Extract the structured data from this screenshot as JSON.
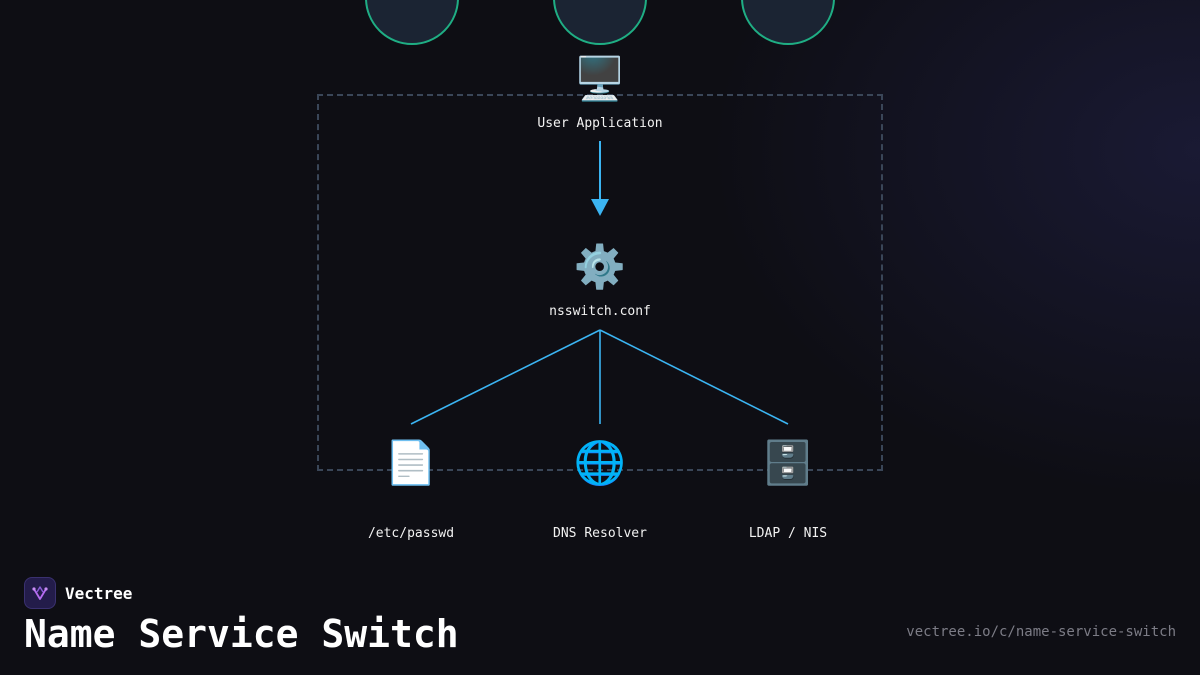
{
  "diagram": {
    "nodes": {
      "app": {
        "label": "User Application",
        "icon": "desktop-computer-icon"
      },
      "config": {
        "label": "nsswitch.conf",
        "icon": "gear-icon"
      },
      "files": {
        "label": "/etc/passwd",
        "icon": "document-icon"
      },
      "dns": {
        "label": "DNS Resolver",
        "icon": "globe-icon"
      },
      "ldap": {
        "label": "LDAP / NIS",
        "icon": "file-cabinet-icon"
      }
    },
    "edges": [
      {
        "from": "app",
        "to": "config",
        "directed": true
      },
      {
        "from": "config",
        "to": "files",
        "directed": false
      },
      {
        "from": "config",
        "to": "dns",
        "directed": false
      },
      {
        "from": "config",
        "to": "ldap",
        "directed": false
      }
    ],
    "colors": {
      "edge": "#3bb4f2",
      "circle_border": "#1fae84",
      "boundary": "#3a4658"
    }
  },
  "footer": {
    "brand": "Vectree",
    "title": "Name Service Switch",
    "url": "vectree.io/c/name-service-switch"
  }
}
